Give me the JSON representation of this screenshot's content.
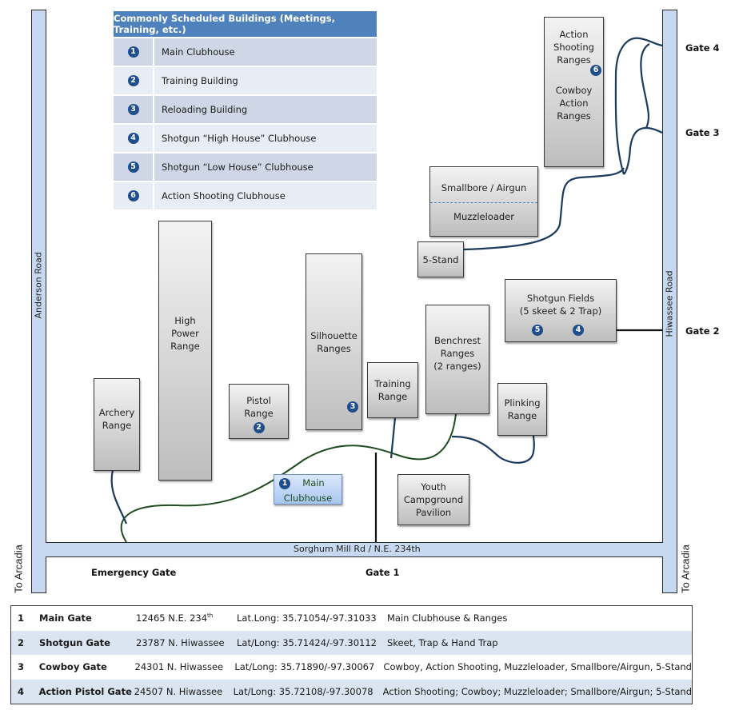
{
  "roads": {
    "anderson": "Anderson Road",
    "hiwassee": "Hiwassee Road",
    "sorghum": "Sorghum Mill Rd / N.E. 234th",
    "to_arcadia_left": "To Arcadia",
    "to_arcadia_right": "To Arcadia"
  },
  "gates": {
    "gate4": "Gate 4",
    "gate3": "Gate 3",
    "gate2": "Gate 2",
    "gate1": "Gate 1",
    "emergency": "Emergency Gate"
  },
  "legend": {
    "title": "Commonly Scheduled Buildings (Meetings, Training, etc.)",
    "items": [
      {
        "num": "1",
        "label": "Main Clubhouse"
      },
      {
        "num": "2",
        "label": "Training Building"
      },
      {
        "num": "3",
        "label": "Reloading Building"
      },
      {
        "num": "4",
        "label": "Shotgun “High House” Clubhouse"
      },
      {
        "num": "5",
        "label": "Shotgun “Low House” Clubhouse"
      },
      {
        "num": "6",
        "label": "Action Shooting Clubhouse"
      }
    ]
  },
  "facilities": {
    "action_shooting": "Action\nShooting\nRanges",
    "action_shooting_badge": "6",
    "cowboy_action": "Cowboy\nAction\nRanges",
    "smallbore": "Smallbore / Airgun",
    "muzzleloader": "Muzzleloader",
    "five_stand": "5-Stand",
    "shotgun_fields": "Shotgun Fields\n(5 skeet & 2 Trap)",
    "shotgun_badge_low": "5",
    "shotgun_badge_high": "4",
    "high_power": "High\nPower\nRange",
    "silhouette": "Silhouette\nRanges",
    "silhouette_badge": "3",
    "benchrest": "Benchrest\nRanges\n(2 ranges)",
    "training": "Training\nRange",
    "plinking": "Plinking\nRange",
    "archery": "Archery\nRange",
    "pistol": "Pistol\nRange",
    "pistol_badge": "2",
    "main_clubhouse_1": "Main",
    "main_clubhouse_2": "Clubhouse",
    "main_clubhouse_badge": "1",
    "youth_pavilion": "Youth\nCampground\nPavilion"
  },
  "gate_table": {
    "rows": [
      {
        "num": "1",
        "name": "Main Gate",
        "address": "12465 N.E. 234",
        "address_sup": "th",
        "coords": "Lat.Long: 35.71054/-97.31033",
        "serves": "Main Clubhouse & Ranges"
      },
      {
        "num": "2",
        "name": "Shotgun Gate",
        "address": "23787 N. Hiwassee",
        "address_sup": "",
        "coords": "Lat/Long: 35.71424/-97.30112",
        "serves": "Skeet, Trap & Hand Trap"
      },
      {
        "num": "3",
        "name": "Cowboy Gate",
        "address": "24301 N. Hiwassee",
        "address_sup": "",
        "coords": "Lat/Long: 35.71890/-97.30067",
        "serves": "Cowboy, Action Shooting, Muzzleloader, Smallbore/Airgun, 5-Stand"
      },
      {
        "num": "4",
        "name": "Action Pistol Gate",
        "address": "24507 N. Hiwassee",
        "address_sup": "",
        "coords": "Lat/Long: 35.72108/-97.30078",
        "serves": "Action Shooting; Cowboy; Muzzleloader; Smallbore/Airgun; 5-Stand"
      }
    ]
  },
  "colors": {
    "road_fill": "#c6d9f0",
    "legend_header": "#4f81bd",
    "badge": "#1f4e8c",
    "path_blue": "#1b3a5c",
    "path_green": "#1e4d1e"
  }
}
